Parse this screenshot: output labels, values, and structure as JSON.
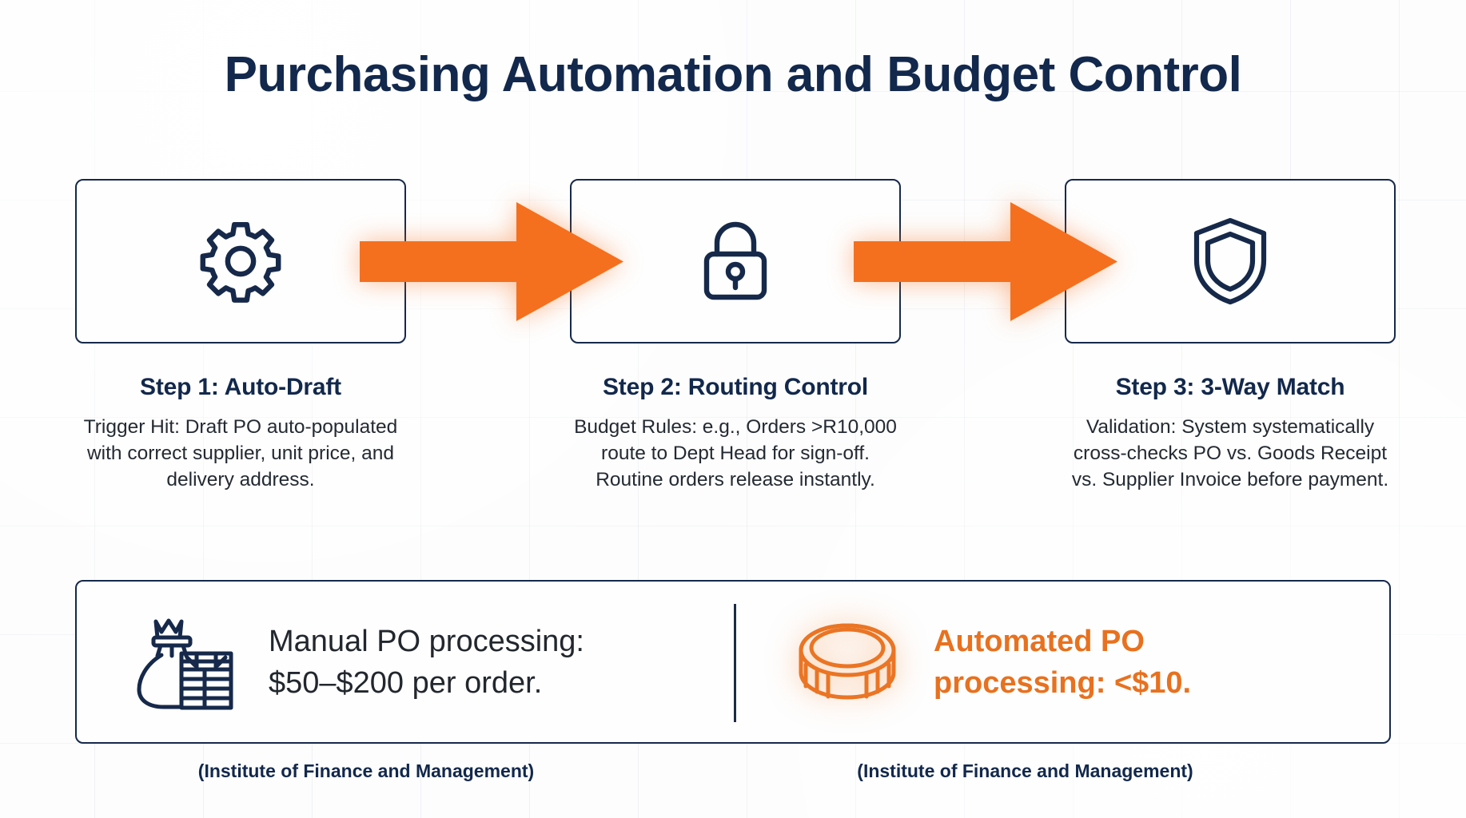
{
  "title": "Purchasing Automation and Budget Control",
  "colors": {
    "navy": "#12284c",
    "orange": "#e8711f",
    "arrow_orange": "#f4701e",
    "body_text": "#242a33",
    "background": "#fdfdfd"
  },
  "steps": [
    {
      "icon": "gear-icon",
      "heading": "Step 1: Auto-Draft",
      "body": "Trigger Hit: Draft PO auto-populated with correct supplier, unit price, and delivery address."
    },
    {
      "icon": "lock-icon",
      "heading": "Step 2: Routing Control",
      "body": "Budget Rules: e.g., Orders >R10,000 route to Dept Head for sign-off. Routine orders release instantly."
    },
    {
      "icon": "shield-icon",
      "heading": "Step 3: 3-Way Match",
      "body": "Validation: System systematically cross-checks PO vs. Goods Receipt vs. Supplier Invoice before payment."
    }
  ],
  "arrows": [
    {
      "name": "flow-arrow-1",
      "direction": "right"
    },
    {
      "name": "flow-arrow-2",
      "direction": "right"
    }
  ],
  "comparison": {
    "left": {
      "icon": "money-bag-icon",
      "line1": "Manual PO processing:",
      "line2": "$50–$200 per order."
    },
    "right": {
      "icon": "coin-stack-icon",
      "line1": "Automated PO",
      "line2": "processing: <$10."
    }
  },
  "footnotes": {
    "left": "(Institute of Finance and Management)",
    "right": "(Institute of Finance and Management)"
  }
}
